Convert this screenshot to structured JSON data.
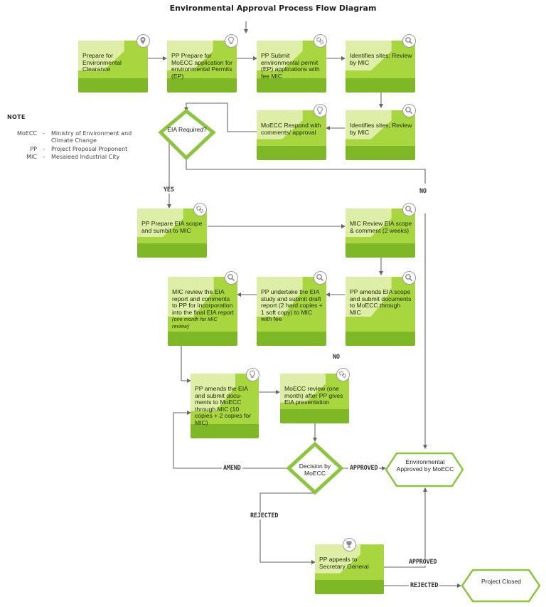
{
  "title": "Environmental Approval Process Flow Diagram",
  "note": {
    "heading": "NOTE",
    "items": [
      {
        "abbr": "MoECC",
        "dash": "-",
        "def": "Ministry of Environment and Climate Change"
      },
      {
        "abbr": "PP",
        "dash": "-",
        "def": "Project Proposal Proponent"
      },
      {
        "abbr": "MIC",
        "dash": "-",
        "def": "Mesaieed Industrial City"
      }
    ]
  },
  "boxes": {
    "prepare": "Prepare for Environmental Clearance",
    "pp_prepare_app": "PP Prepare for MoECC application for environmental Permits (EP)",
    "pp_submit_ep": "PP Submit environmental permit (EP) applications with fee MIC",
    "identify_1": "Identifies sites; Review by MIC",
    "moecc_respond": "MoECC Respond with comments/ approval",
    "identify_2": "Identifies sites; Review by MIC",
    "pp_prepare_eia": "PP Prepare EIA scope and sumbit to MIC",
    "mic_review_scope": "MIC Review EIA scope & comment (2 weeks)",
    "pp_amend_scope": "PP amends EIA scope and submit documents to MoECC through MIC",
    "pp_undertake": "PP undertake the EIA study and submit draft report (2 hard copies + 1 soft copy) to MIC with fee",
    "mic_review_report": "MIC review the EIA report and comments to PP for incorporation into the final EIA report",
    "mic_review_report_note": "(one month for MIC review)",
    "pp_amend_eia": "PP amends the EIA and submit docu-ments to MoECC through MIC (10 copies + 2 copies for MIC)",
    "moecc_review": "MoECC review (one month) after PP gives EIA presentation",
    "pp_appeal": "PP appeals to Secretary General"
  },
  "decisions": {
    "eia_required": "EIA Required?",
    "decision_moecc": "Decision by MoECC"
  },
  "terminals": {
    "env_approved": "Environmental Approved by MoECC",
    "project_closed": "Project Closed"
  },
  "labels": {
    "yes": "YES",
    "no_1": "NO",
    "no_2": "NO",
    "amend": "AMEND",
    "approved_1": "APPROVED",
    "rejected_1": "REJECTED",
    "approved_2": "APPROVED",
    "rejected_2": "REJECTED"
  },
  "colors": {
    "box_green": "#a8d63f",
    "box_dark": "#7fb826",
    "box_light": "#e4f1b2",
    "line": "#666666",
    "decision_border": "#8cc63f"
  },
  "icons": {
    "prepare": "location-pin-icon",
    "pp_prepare_app": "lightbulb-icon",
    "pp_submit_ep": "gears-icon",
    "identify_1": "magnifier-icon",
    "moecc_respond": "lightbulb-icon",
    "identify_2": "magnifier-icon",
    "pp_prepare_eia": "gears-icon",
    "mic_review_scope": "magnifier-icon",
    "pp_amend_scope": "magnifier-icon",
    "pp_undertake": "magnifier-icon",
    "mic_review_report": "magnifier-icon",
    "pp_amend_eia": "lightbulb-icon",
    "moecc_review": "gears-icon",
    "pp_appeal": "trophy-icon"
  }
}
